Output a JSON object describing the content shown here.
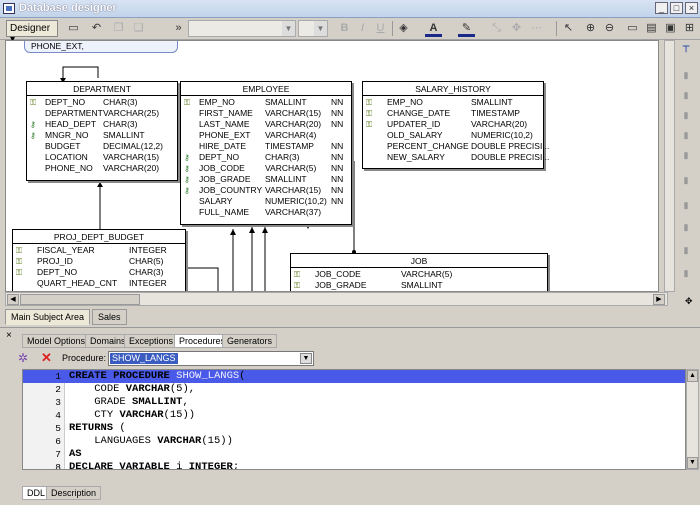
{
  "window": {
    "title": "Database designer"
  },
  "toolbar": {
    "designer_label": "Designer"
  },
  "diagram": {
    "top_fragment": "PHONE_EXT,",
    "tables": [
      {
        "name": "DEPARTMENT",
        "rows": [
          {
            "k": "pk",
            "col": "DEPT_NO",
            "type": "CHAR(3)",
            "nn": ""
          },
          {
            "k": "",
            "col": "DEPARTMENT",
            "type": "VARCHAR(25)",
            "nn": ""
          },
          {
            "k": "fk",
            "col": "HEAD_DEPT",
            "type": "CHAR(3)",
            "nn": ""
          },
          {
            "k": "fk",
            "col": "MNGR_NO",
            "type": "SMALLINT",
            "nn": ""
          },
          {
            "k": "",
            "col": "BUDGET",
            "type": "DECIMAL(12,2)",
            "nn": ""
          },
          {
            "k": "",
            "col": "LOCATION",
            "type": "VARCHAR(15)",
            "nn": ""
          },
          {
            "k": "",
            "col": "PHONE_NO",
            "type": "VARCHAR(20)",
            "nn": ""
          }
        ]
      },
      {
        "name": "EMPLOYEE",
        "rows": [
          {
            "k": "pk",
            "col": "EMP_NO",
            "type": "SMALLINT",
            "nn": "NN"
          },
          {
            "k": "",
            "col": "FIRST_NAME",
            "type": "VARCHAR(15)",
            "nn": "NN"
          },
          {
            "k": "",
            "col": "LAST_NAME",
            "type": "VARCHAR(20)",
            "nn": "NN"
          },
          {
            "k": "",
            "col": "PHONE_EXT",
            "type": "VARCHAR(4)",
            "nn": ""
          },
          {
            "k": "",
            "col": "HIRE_DATE",
            "type": "TIMESTAMP",
            "nn": "NN"
          },
          {
            "k": "fk",
            "col": "DEPT_NO",
            "type": "CHAR(3)",
            "nn": "NN"
          },
          {
            "k": "fk",
            "col": "JOB_CODE",
            "type": "VARCHAR(5)",
            "nn": "NN"
          },
          {
            "k": "fk",
            "col": "JOB_GRADE",
            "type": "SMALLINT",
            "nn": "NN"
          },
          {
            "k": "fk",
            "col": "JOB_COUNTRY",
            "type": "VARCHAR(15)",
            "nn": "NN"
          },
          {
            "k": "",
            "col": "SALARY",
            "type": "NUMERIC(10,2)",
            "nn": "NN"
          },
          {
            "k": "",
            "col": "FULL_NAME",
            "type": "VARCHAR(37)",
            "nn": ""
          }
        ]
      },
      {
        "name": "SALARY_HISTORY",
        "rows": [
          {
            "k": "pk1",
            "col": "EMP_NO",
            "type": "SMALLINT",
            "nn": ""
          },
          {
            "k": "pk2",
            "col": "CHANGE_DATE",
            "type": "TIMESTAMP",
            "nn": ""
          },
          {
            "k": "pk3",
            "col": "UPDATER_ID",
            "type": "VARCHAR(20)",
            "nn": ""
          },
          {
            "k": "",
            "col": "OLD_SALARY",
            "type": "NUMERIC(10,2)",
            "nn": ""
          },
          {
            "k": "",
            "col": "PERCENT_CHANGE",
            "type": "DOUBLE PRECISI...",
            "nn": ""
          },
          {
            "k": "",
            "col": "NEW_SALARY",
            "type": "DOUBLE PRECISI...",
            "nn": ""
          }
        ]
      },
      {
        "name": "PROJ_DEPT_BUDGET",
        "rows": [
          {
            "k": "pk1",
            "col": "FISCAL_YEAR",
            "type": "INTEGER",
            "nn": ""
          },
          {
            "k": "pk2",
            "col": "PROJ_ID",
            "type": "CHAR(5)",
            "nn": ""
          },
          {
            "k": "pk3",
            "col": "DEPT_NO",
            "type": "CHAR(3)",
            "nn": ""
          },
          {
            "k": "",
            "col": "QUART_HEAD_CNT",
            "type": "INTEGER",
            "nn": ""
          }
        ]
      },
      {
        "name": "JOB",
        "rows": [
          {
            "k": "pk1",
            "col": "JOB_CODE",
            "type": "VARCHAR(5)",
            "nn": ""
          },
          {
            "k": "pk2",
            "col": "JOB_GRADE",
            "type": "SMALLINT",
            "nn": ""
          }
        ]
      }
    ]
  },
  "subject_tabs": [
    "Main Subject Area",
    "Sales"
  ],
  "panel": {
    "tabs": [
      "Model Options",
      "Domains",
      "Exceptions",
      "Procedures",
      "Generators"
    ],
    "active_tab": "Procedures",
    "procedure_label": "Procedure:",
    "procedure_value": "SHOW_LANGS",
    "code_lines": [
      {
        "n": "1",
        "text": "CREATE PROCEDURE SHOW_LANGS("
      },
      {
        "n": "2",
        "text": "    CODE VARCHAR(5),"
      },
      {
        "n": "3",
        "text": "    GRADE SMALLINT,"
      },
      {
        "n": "4",
        "text": "    CTY VARCHAR(15))"
      },
      {
        "n": "5",
        "text": "RETURNS ("
      },
      {
        "n": "6",
        "text": "    LANGUAGES VARCHAR(15))"
      },
      {
        "n": "7",
        "text": "AS"
      },
      {
        "n": "8",
        "text": "DECLARE VARIABLE i INTEGER;"
      }
    ],
    "bottom_tabs": [
      "DDL",
      "Description"
    ]
  },
  "colors": {
    "selection": "#4a5ae8",
    "key_green": "#5a7a1a"
  }
}
